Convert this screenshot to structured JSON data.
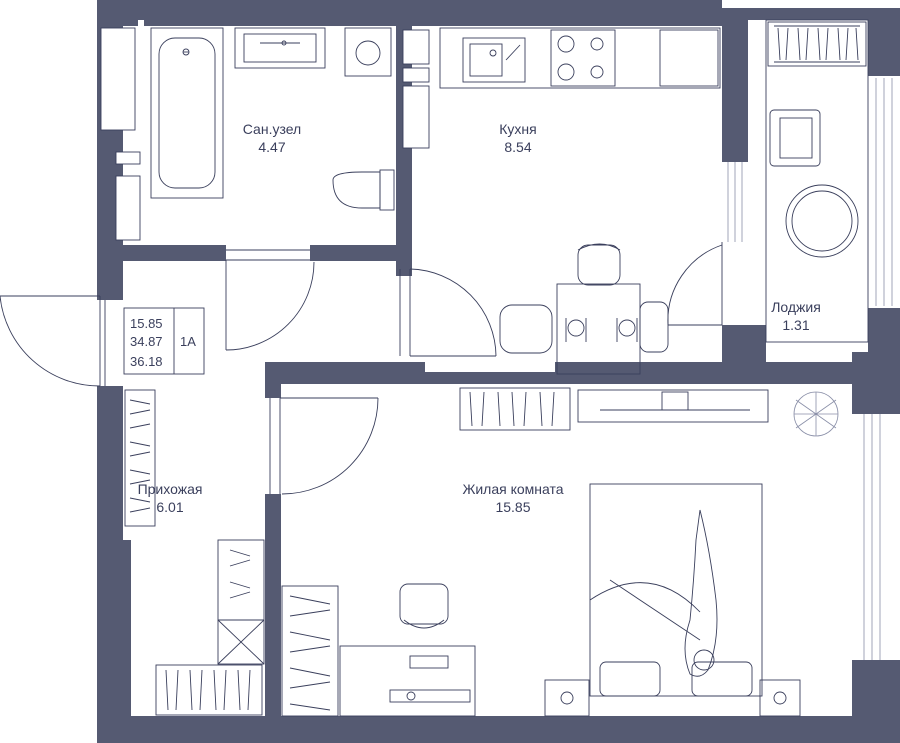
{
  "colors": {
    "wall": "#555a72",
    "line": "#3a3f5c",
    "background": "#ffffff"
  },
  "rooms": [
    {
      "id": "bathroom",
      "name": "Сан.узел",
      "area": "4.47"
    },
    {
      "id": "kitchen",
      "name": "Кухня",
      "area": "8.54"
    },
    {
      "id": "loggia",
      "name": "Лоджия",
      "area": "1.31"
    },
    {
      "id": "hall",
      "name": "Прихожая",
      "area": "6.01"
    },
    {
      "id": "living",
      "name": "Жилая комната",
      "area": "15.85"
    }
  ],
  "summary": {
    "living_area": "15.85",
    "total_area": "34.87",
    "total_area_with_loggia": "36.18",
    "type": "1А"
  }
}
